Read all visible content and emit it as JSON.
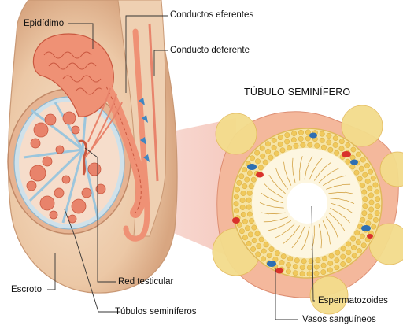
{
  "title": "TÚBULO SEMINÍFERO",
  "labels": {
    "epididimo": "Epidídimo",
    "conductos_eferentes": "Conductos eferentes",
    "conducto_deferente": "Conducto deferente",
    "escroto": "Escroto",
    "red_testicular": "Red testicular",
    "tubulos_seminiferos": "Túbulos seminíferos",
    "espermatozoides": "Espermatozoides",
    "vasos_sanguineos": "Vasos sanguíneos"
  },
  "colors": {
    "skin": "#efd2b4",
    "skin_dark": "#d9a987",
    "tubule": "#e8836b",
    "tubule_dark": "#c9573f",
    "lobule_bg": "#fbe6d6",
    "septa": "#9cc6dd",
    "cell_yellow": "#f0d16a",
    "interstitial": "#f1b79a",
    "vessel_blue": "#2e6fb3",
    "vessel_red": "#d9312b",
    "leader": "#333333"
  }
}
